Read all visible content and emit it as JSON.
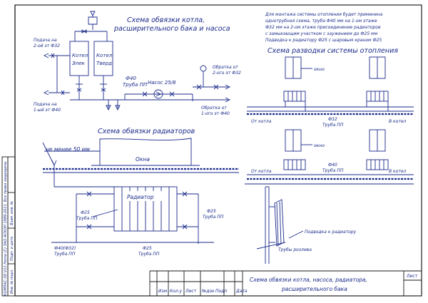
{
  "title_boiler": [
    "Схема обвязки котла,",
    "расширительного бака и насоса"
  ],
  "note": [
    "Для монтажа системы отопления будет применена",
    "однотрубная схема, труба Ф40 мм на 1-ом этаже",
    "Ф32 мм на 2-ом этаже присоединение радиаторов",
    "с замыкающим участком с заужением до Ф25 мм",
    "Подводка к радиатору Ф25 с шаровым краном Ф25"
  ],
  "title_distribution": "Схема разводки системы отопления",
  "title_radiators": "Схема обвязки радиаторов",
  "boiler": {
    "supply_2": [
      "Подача на",
      "2-ой эт Ф32"
    ],
    "supply_1": [
      "Подача на",
      "1-ый эт Ф40"
    ],
    "kotel_el": [
      "Котел",
      "Элек"
    ],
    "kotel_tv": [
      "Котел",
      "Тверд"
    ],
    "pipe40": [
      "Ф40",
      "Труба ПП"
    ],
    "pump": "Насос 25/8",
    "return_2": [
      "Обратка от",
      "2-ого эт Ф32"
    ],
    "return_1": [
      "Обратка от",
      "1-ого эт Ф40"
    ]
  },
  "distribution": {
    "okno": "окно",
    "ot_kotla": "От котла",
    "v_kotel": "В котел",
    "pipe32": [
      "Ф32",
      "Труба ПП"
    ],
    "pipe40": [
      "Ф40",
      "Труба ПП"
    ],
    "podvodka": "Подводка к радиатору",
    "truby": "Трубы розлива"
  },
  "radiators": {
    "min50": "не менее 50 мм",
    "okna": "Окна",
    "radiator": "Радиатор",
    "pipe25_left": [
      "Ф25",
      "Труба ПП"
    ],
    "pipe25_right": [
      "Ф25",
      "Труба ПП"
    ],
    "pipe25_bottom": [
      "Ф25",
      "Труба ПП"
    ],
    "pipe4032": [
      "Ф40(Ф32)",
      "Труба ПП"
    ]
  },
  "stamp": {
    "cols": [
      "Изм",
      "Кол.у",
      "Лист",
      "№док",
      "Подп",
      "Дата"
    ],
    "title": [
      "Схема обвязки котла, насоса, радиатора,",
      "расширительного бака"
    ],
    "sheet": "Лист"
  },
  "side": {
    "credits": "КОМПАС-3D V11 Home (С) ЗАО АСКОН 1989-2011. Все права защищены",
    "cells": [
      "Инв. № подл.",
      "Подп. и дата",
      "Взам. инв. №"
    ]
  }
}
